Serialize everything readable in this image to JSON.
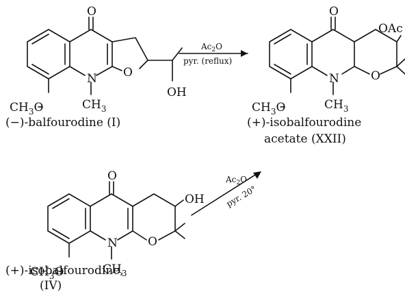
{
  "compound_I": {
    "name": "(−)-balfourodine (I)",
    "atoms": {
      "O_ketone": "O",
      "N": "N",
      "O_ring": "O",
      "OH": "OH",
      "OMe": "CH",
      "OMe_sub": "3",
      "OMe_O": "O",
      "NMe": "CH",
      "NMe_sub": "3"
    }
  },
  "compound_XXII": {
    "name_line1": "(+)-isobalfourodine",
    "name_line2": "acetate (XXII)",
    "atoms": {
      "O_ketone": "O",
      "N": "N",
      "O_ring": "O",
      "OAc": "OAc",
      "OMe": "CH",
      "OMe_sub": "3",
      "OMe_O": "O",
      "NMe": "CH",
      "NMe_sub": "3"
    }
  },
  "compound_IV": {
    "name_line1": "(+)-isobalfourodine,",
    "name_line2": "(IV)",
    "atoms": {
      "O_ketone": "O",
      "N": "N",
      "O_ring": "O",
      "OH": "OH",
      "OMe": "CH",
      "OMe_sub": "3",
      "OMe_O": "O",
      "NMe": "CH",
      "NMe_sub": "3"
    }
  },
  "arrow1": {
    "reagent_main": "Ac",
    "reagent_sub": "2",
    "reagent_tail": "O",
    "condition": "pyr. (reflux)"
  },
  "arrow2": {
    "reagent_main": "Ac",
    "reagent_sub": "2",
    "reagent_tail": "O",
    "condition": "pyr. 20°"
  }
}
